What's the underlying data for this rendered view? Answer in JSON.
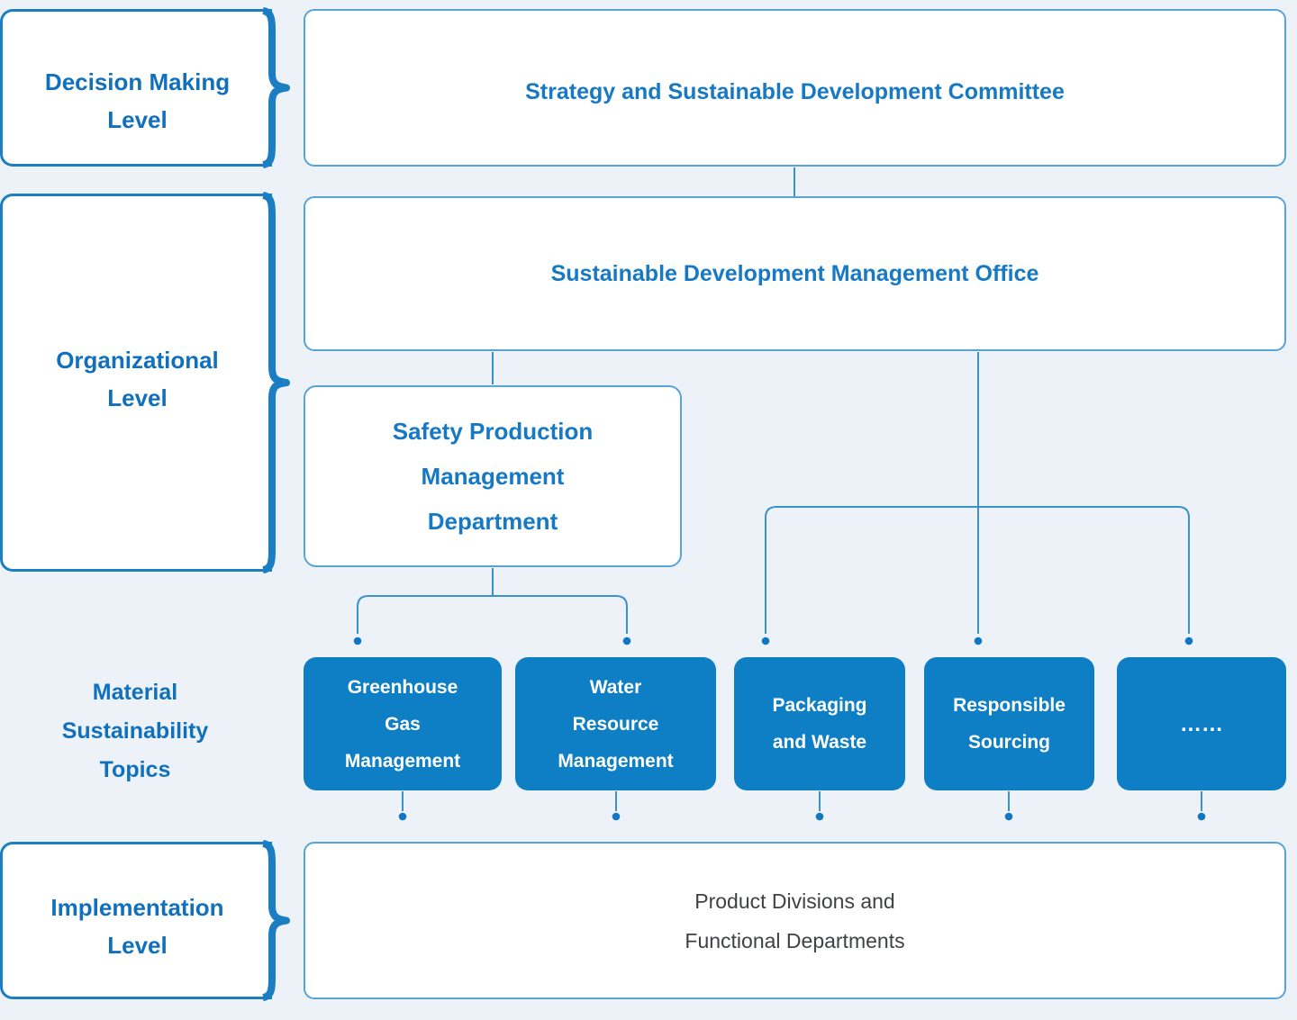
{
  "palette": {
    "bg": "#edf2f8",
    "box-bg": "#ffffff",
    "border-light": "#56a4d8",
    "brace": "#1b7ec3",
    "line": "#3b91cc",
    "dot": "#1177c2",
    "heading": "#1779c4",
    "label": "#1170bd",
    "topic-bg": "#0e7fc4",
    "topic-text": "#ffffff",
    "muted": "#3f4145"
  },
  "levels": {
    "decision": {
      "line1": "Decision Making",
      "line2": "Level"
    },
    "organizational": {
      "line1": "Organizational",
      "line2": "Level"
    },
    "topics": {
      "line1": "Material",
      "line2": "Sustainability",
      "line3": "Topics"
    },
    "implementation": {
      "line1": "Implementation",
      "line2": "Level"
    }
  },
  "org": {
    "committee": "Strategy and Sustainable Development Committee",
    "office": "Sustainable Development Management Office",
    "safety": {
      "line1": "Safety Production",
      "line2": "Management",
      "line3": "Department"
    },
    "topics": [
      {
        "line1": "Greenhouse",
        "line2": "Gas",
        "line3": "Management"
      },
      {
        "line1": "Water",
        "line2": "Resource",
        "line3": "Management"
      },
      {
        "line1": "Packaging",
        "line2": "and Waste"
      },
      {
        "line1": "Responsible",
        "line2": "Sourcing"
      },
      {
        "line1": "……"
      }
    ],
    "product": {
      "line1": "Product Divisions and",
      "line2": "Functional Departments"
    }
  }
}
